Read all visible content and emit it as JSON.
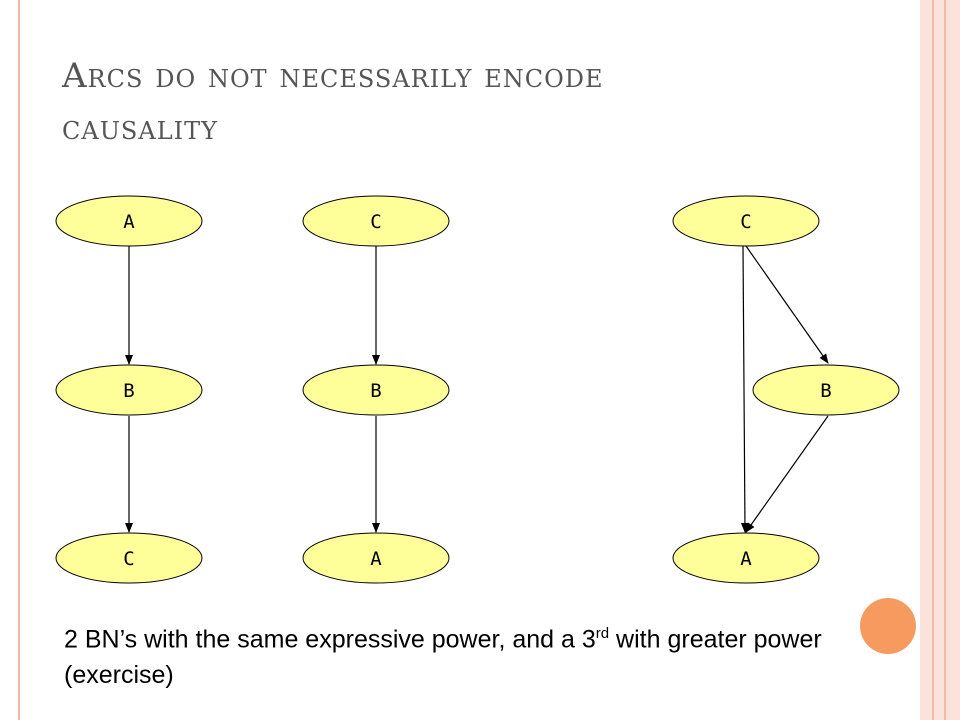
{
  "title": {
    "line1": "Arcs do not necessarily encode",
    "line2": "causality"
  },
  "diagram": {
    "networks": [
      {
        "name": "network-1",
        "nodes": [
          "A",
          "B",
          "C"
        ],
        "arcs": [
          [
            "A",
            "B"
          ],
          [
            "B",
            "C"
          ]
        ]
      },
      {
        "name": "network-2",
        "nodes": [
          "C",
          "B",
          "A"
        ],
        "arcs": [
          [
            "C",
            "B"
          ],
          [
            "B",
            "A"
          ]
        ]
      },
      {
        "name": "network-3",
        "nodes": [
          "C",
          "B",
          "A"
        ],
        "arcs": [
          [
            "C",
            "B"
          ],
          [
            "C",
            "A"
          ],
          [
            "B",
            "A"
          ]
        ]
      }
    ],
    "colors": {
      "node_fill": "#ffff99",
      "node_stroke": "#000000",
      "arc": "#000000"
    }
  },
  "caption": {
    "part1": "2 BN’s with the same expressive power, and a 3",
    "sup": "rd",
    "part2": " with greater power (exercise)"
  },
  "theme": {
    "accent": "#f79a5f",
    "band": "#fbe3dc",
    "rule": "#f3b8a8"
  }
}
